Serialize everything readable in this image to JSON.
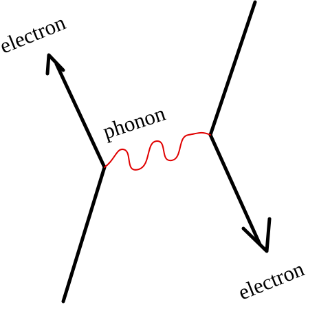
{
  "diagram": {
    "labels": {
      "electron_top": "electron",
      "phonon": "phonon",
      "electron_bottom": "electron"
    },
    "colors": {
      "line": "#000000",
      "phonon": "#e00000",
      "background": "#ffffff"
    }
  }
}
